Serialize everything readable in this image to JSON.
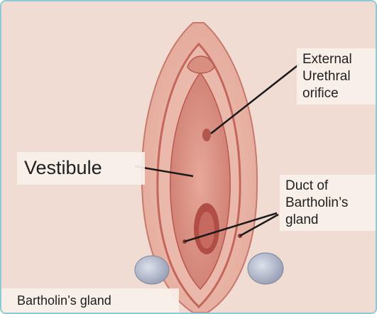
{
  "labels": {
    "external_urethral_orifice": [
      "External",
      "Urethral",
      "orifice"
    ],
    "vestibule": "Vestibule",
    "duct_of_bartholins_gland": [
      "Duct of",
      "Bartholin’s",
      "gland"
    ],
    "bartholins_gland": "Bartholin’s gland"
  },
  "colors": {
    "frame_border": "#8ec9d6",
    "background": "#f1dcd4",
    "tissue_outer": "#e9b7aa",
    "tissue_inner": "#d9897a",
    "gland": "#b9bfcf",
    "pointer_line": "#1a1a1a"
  }
}
